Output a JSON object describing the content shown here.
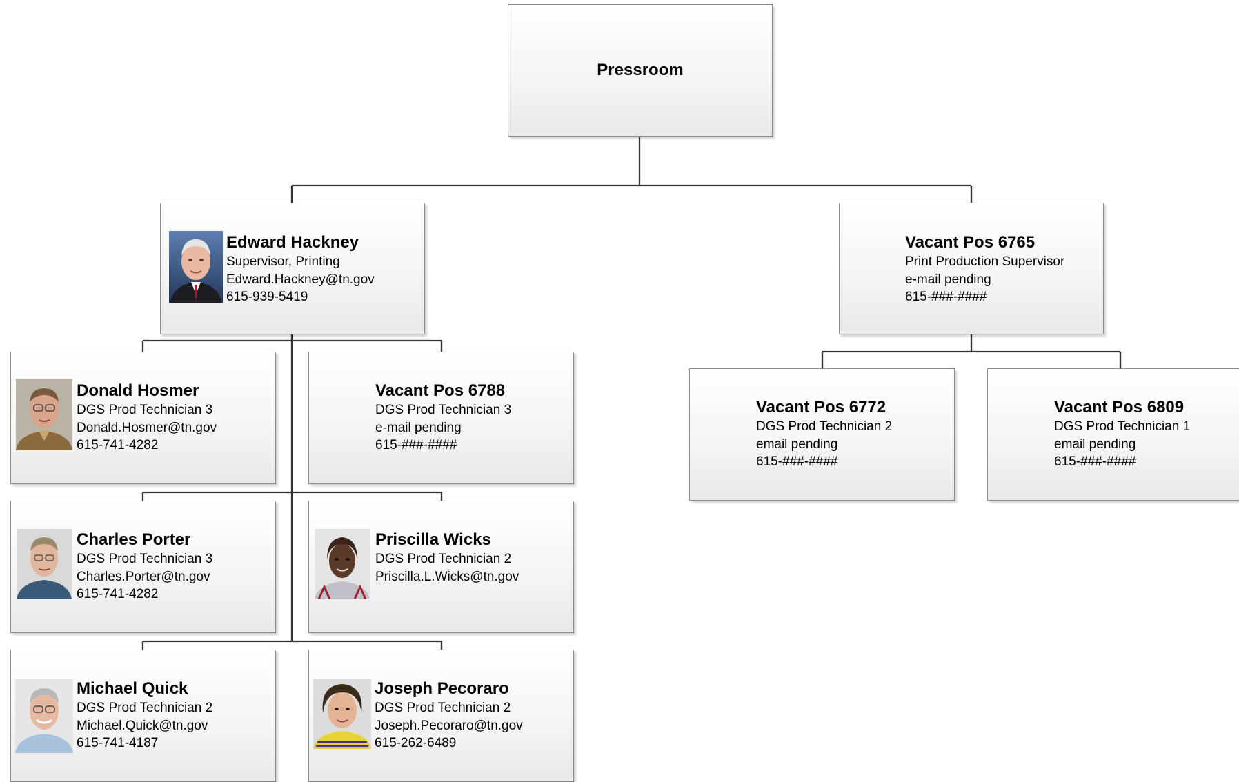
{
  "root": {
    "title": "Pressroom"
  },
  "nodes": [
    {
      "id": "edward",
      "name": "Edward Hackney",
      "title": "Supervisor, Printing",
      "email": "Edward.Hackney@tn.gov",
      "phone": "615-939-5419",
      "photo": "photo-portrait-icon"
    },
    {
      "id": "vacant6765",
      "name": "Vacant Pos 6765",
      "title": "Print Production Supervisor",
      "email": "e-mail pending",
      "phone": "615-###-####"
    },
    {
      "id": "donald",
      "name": "Donald Hosmer",
      "title": "DGS Prod Technician 3",
      "email": "Donald.Hosmer@tn.gov",
      "phone": "615-741-4282",
      "photo": "photo-portrait-icon"
    },
    {
      "id": "vacant6788",
      "name": "Vacant Pos 6788",
      "title": "DGS Prod Technician 3",
      "email": "e-mail pending",
      "phone": "615-###-####"
    },
    {
      "id": "charles",
      "name": "Charles Porter",
      "title": "DGS Prod Technician 3",
      "email": "Charles.Porter@tn.gov",
      "phone": "615-741-4282",
      "photo": "photo-portrait-icon"
    },
    {
      "id": "priscilla",
      "name": "Priscilla Wicks",
      "title": "DGS Prod Technician 2",
      "email": "Priscilla.L.Wicks@tn.gov",
      "phone": "",
      "photo": "photo-portrait-icon"
    },
    {
      "id": "michael",
      "name": "Michael Quick",
      "title": "DGS Prod Technician 2",
      "email": "Michael.Quick@tn.gov",
      "phone": "615-741-4187",
      "photo": "photo-portrait-icon"
    },
    {
      "id": "joseph",
      "name": "Joseph Pecoraro",
      "title": "DGS Prod Technician 2",
      "email": "Joseph.Pecoraro@tn.gov",
      "phone": "615-262-6489",
      "photo": "photo-portrait-icon"
    },
    {
      "id": "vacant6772",
      "name": "Vacant Pos 6772",
      "title": "DGS Prod Technician 2",
      "email": "email pending",
      "phone": "615-###-####"
    },
    {
      "id": "vacant6809",
      "name": "Vacant Pos 6809",
      "title": "DGS Prod Technician 1",
      "email": "email pending",
      "phone": "615-###-####"
    }
  ],
  "colors": {
    "connector": "#333333",
    "box_border": "#8a8a8a"
  }
}
